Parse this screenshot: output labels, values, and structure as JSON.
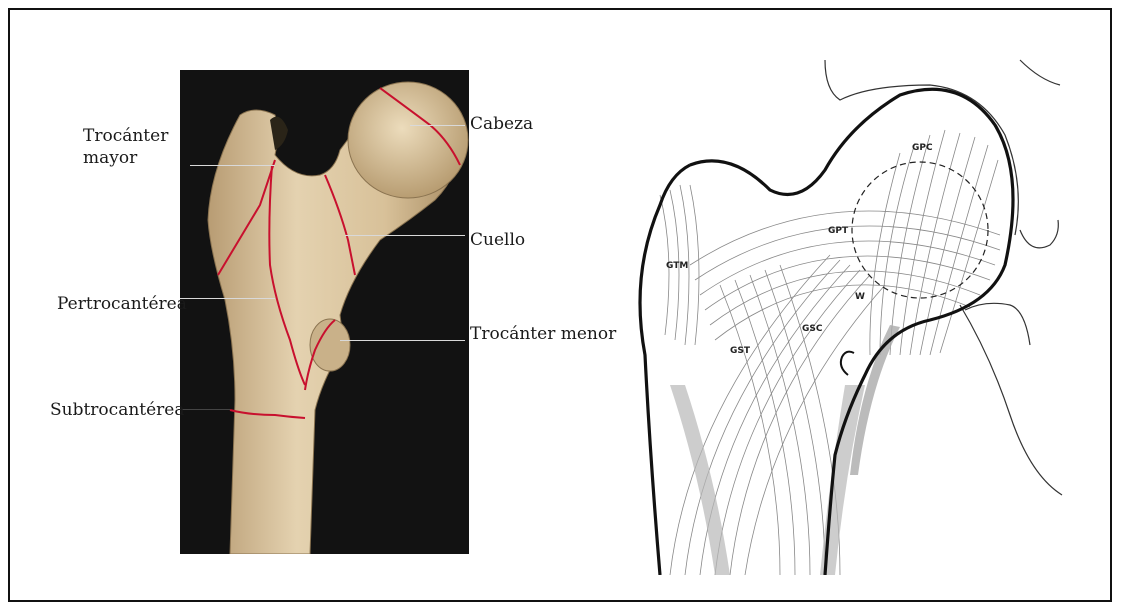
{
  "femur_labels": {
    "trocanter_mayor_line1": "Trocánter",
    "trocanter_mayor_line2": "mayor",
    "pertrocanterea": "Pertrocantérea",
    "subtrocanterea": "Subtrocantérea",
    "cabeza": "Cabeza",
    "cuello": "Cuello",
    "trocanter_menor": "Trocánter menor"
  },
  "trabecular_labels": {
    "gpc": "GPC",
    "gpt": "GPT",
    "gtm": "GTM",
    "gst": "GST",
    "gsc": "GSC",
    "w": "W"
  },
  "colors": {
    "bone": "#d9c4a0",
    "fracture_line": "#c8102e",
    "background_dark": "#121212",
    "diagram_outline": "#111111"
  }
}
